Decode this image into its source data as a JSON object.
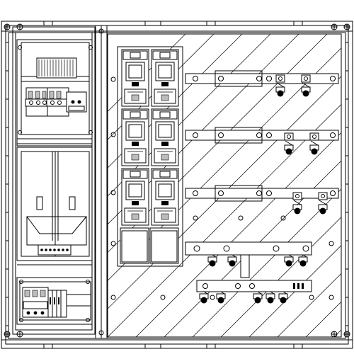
{
  "drawing": {
    "subject": "",
    "colors": {
      "line": "#000000",
      "background": "#ffffff",
      "component_fill": "#bdbdbd"
    },
    "icons": [
      "screw-icon",
      "fuse-switch-icon",
      "busbar-clamp-icon",
      "din-rail-icon",
      "terminal-block-icon"
    ],
    "sections": {
      "left_column": {
        "subsections": [
          "main-breaker-compartment",
          "meter-compartment",
          "terminal-compartment"
        ]
      },
      "fuse_switch_array": {
        "rows": 3,
        "columns": 2
      },
      "busbars": {
        "count": 5
      },
      "glass_cover": {
        "hatched": true
      }
    }
  }
}
